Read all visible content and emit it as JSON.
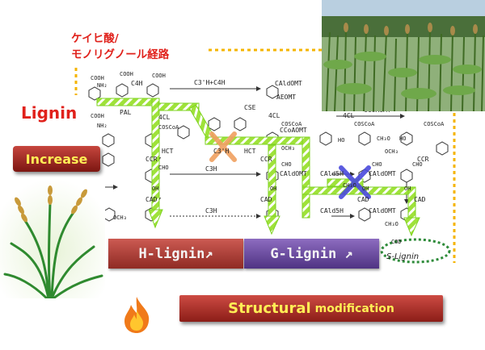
{
  "pathway_title": {
    "line1": "ケイヒ酸/",
    "line2": "モノリグノール経路"
  },
  "lignin_label": "Lignin",
  "increase_label": "Increase",
  "h_lignin_label": "H-lignin↗",
  "g_lignin_label": "G-lignin ↗",
  "s_lignin_label": "S-Lignin",
  "structural_label": "Structural",
  "modification_label": "modification",
  "colors": {
    "accent_red": "#e0211b",
    "path_green": "#7ed321",
    "h_bar": "#b04a43",
    "g_bar": "#6d50a0",
    "cross_orange": "#f0a060",
    "cross_blue": "#4a4adc",
    "dotted_orange": "#f5b400"
  },
  "enzymes": {
    "c4h": "C4H",
    "pal": "PAL",
    "cl1": "4CL",
    "c3h_c4h": "C3'H+C4H",
    "cse": "CSE",
    "caldomt1": "CAldOMT",
    "aeomt": "AEOMT",
    "cl2": "4CL",
    "cl3": "4CL",
    "ccoaomt1": "CCoAOMT",
    "ccoaomt2": "CCoAOMT",
    "hct1": "HCT",
    "c3h_a": "C3'H",
    "hct2": "HCT",
    "ccr1": "CCR",
    "ccr2": "CCR",
    "ccr3": "CCR",
    "c3h_b": "C3H",
    "caldomt2": "CAldOMT",
    "cald5h1": "CAld5H",
    "caldomt3": "CAldOMT",
    "cad1": "CAD",
    "cad2": "CAD",
    "cad3": "CAD",
    "c3h_c": "C3H",
    "cald5h2": "CAld5H",
    "caldomt4": "CAldOMT",
    "cad4": "CAD"
  },
  "chem": {
    "cooh1": "COOH",
    "cooh2": "COOH",
    "cooh3": "COOH",
    "cooh4": "COOH",
    "nh2a": "NH₂",
    "nh2b": "NH₂",
    "coscoa1": "COSCoA",
    "coscoa2": "COSCoA",
    "coscoa3": "COSCoA",
    "coscoa4": "COSCoA",
    "cho1": "CHO",
    "cho2": "CHO",
    "cho3": "CHO",
    "cho4": "CHO",
    "oh1": "OH",
    "oh2": "OH",
    "oh3": "OH",
    "oh4": "OH",
    "och3a": "OCH₃",
    "och3b": "OCH₃",
    "och3c": "OCH₃",
    "ch3o1": "CH₃O",
    "ch3o2": "CH₃O",
    "ch3o3": "CH₃O",
    "ho1": "HO",
    "ho2": "HO",
    "cod": "COD"
  }
}
